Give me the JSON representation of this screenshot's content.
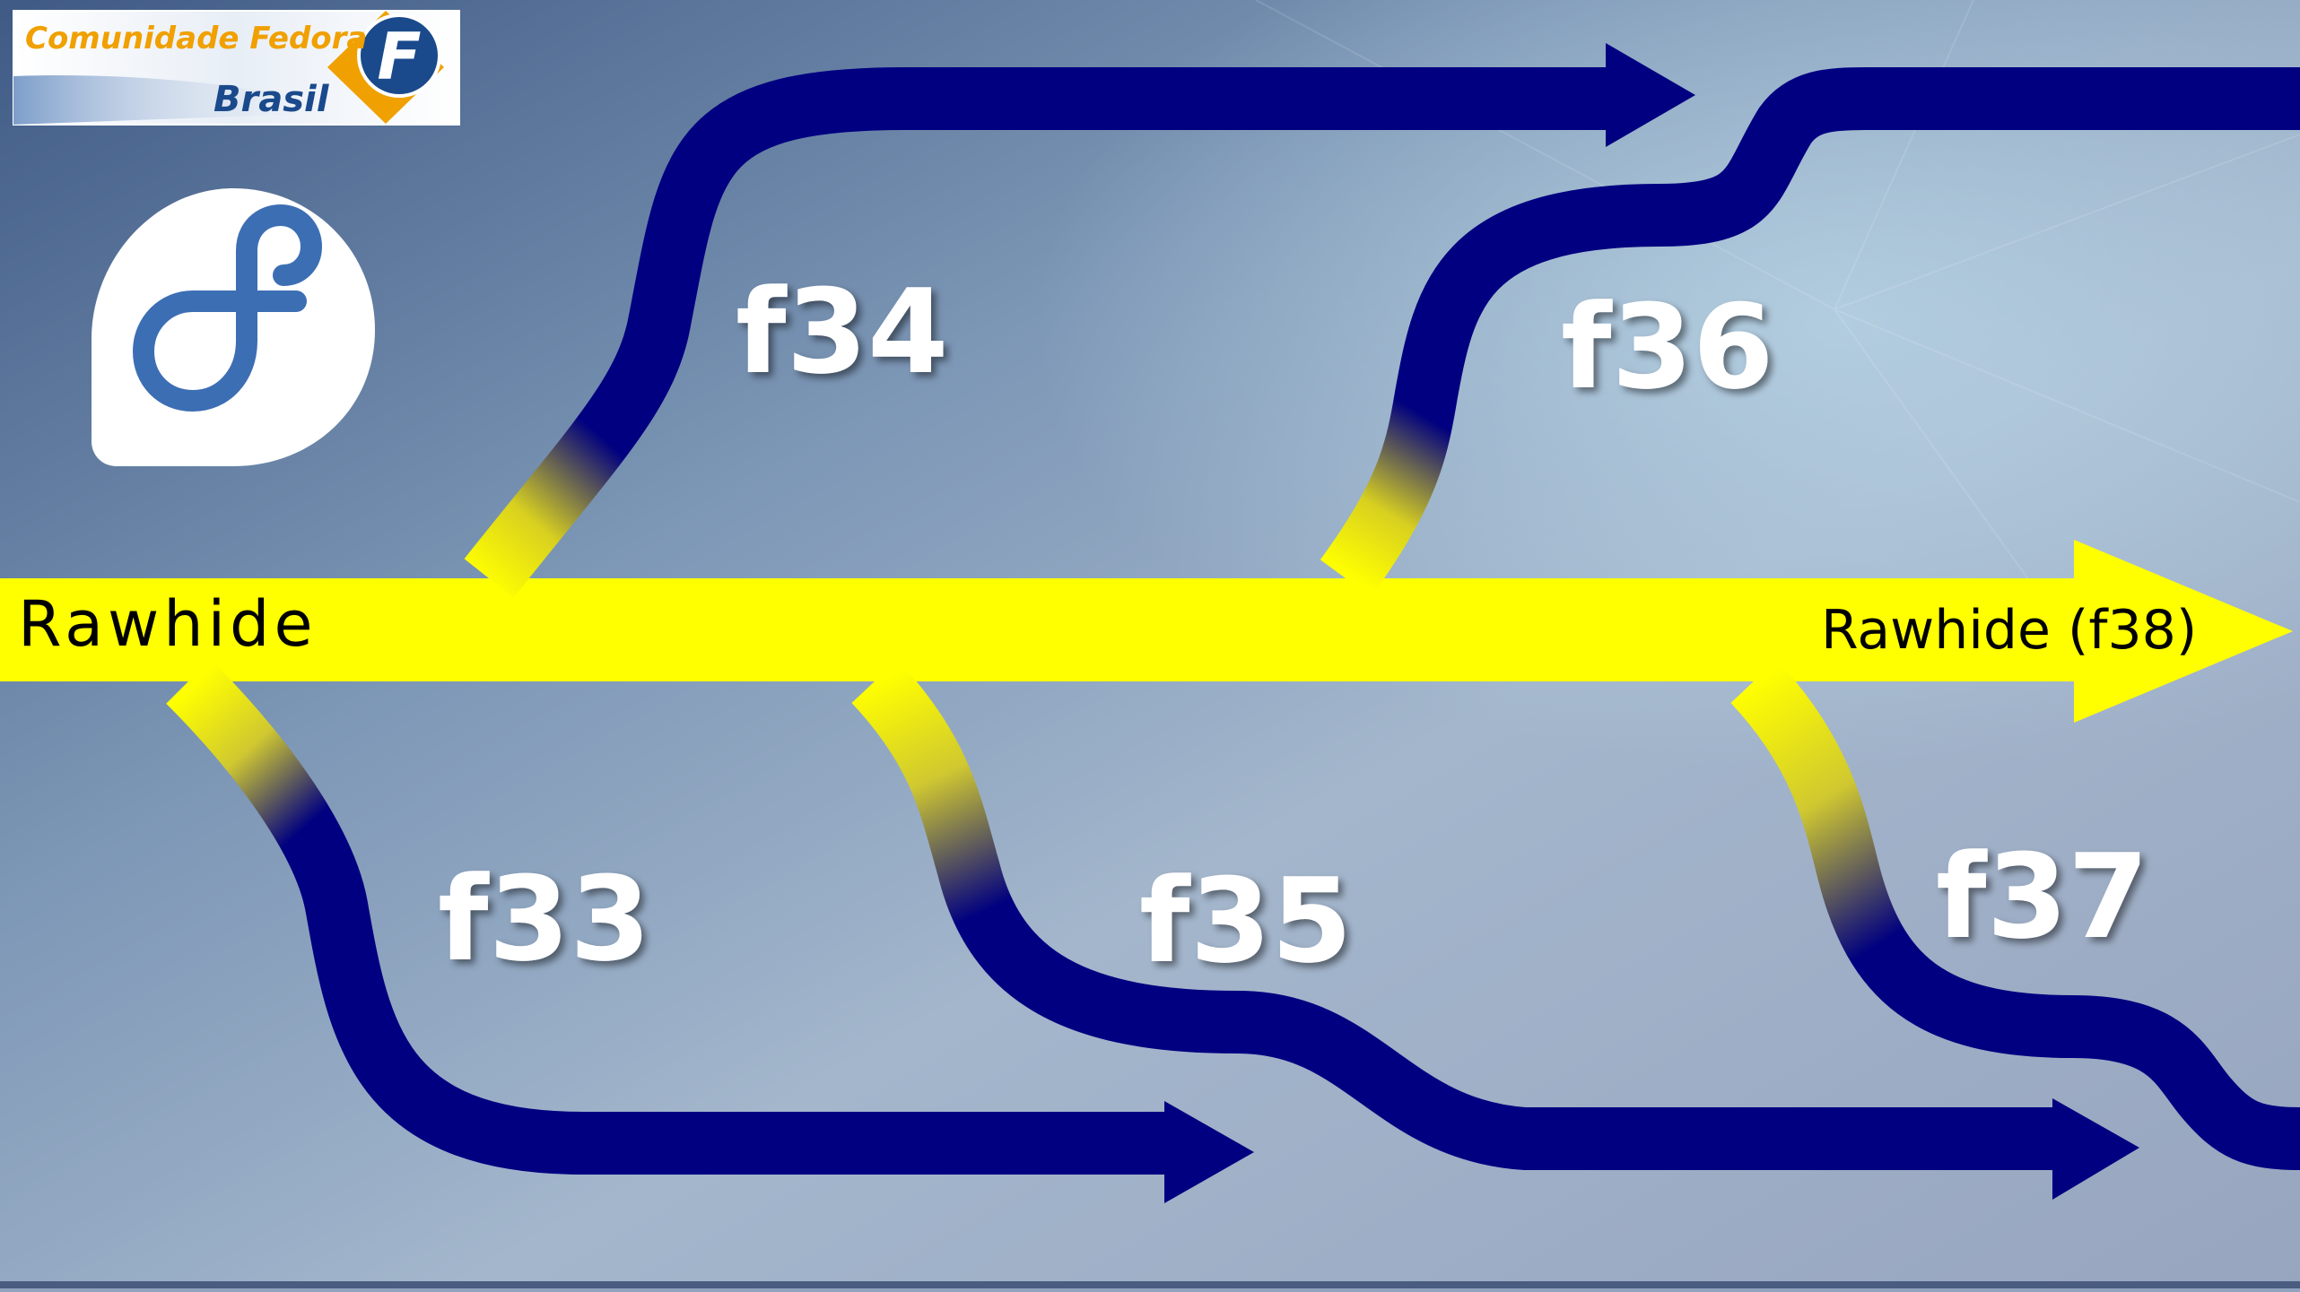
{
  "community_badge": {
    "line1": "Comunidade Fedora",
    "line2": "Brasil",
    "letter": "F"
  },
  "logo": {
    "name": "fedora-logo-icon"
  },
  "trunk": {
    "label_left": "Rawhide",
    "label_right": "Rawhide (f38)"
  },
  "branches": [
    {
      "label": "f33"
    },
    {
      "label": "f34"
    },
    {
      "label": "f35"
    },
    {
      "label": "f36"
    },
    {
      "label": "f37"
    }
  ],
  "colors": {
    "trunk": "#ffff00",
    "branch": "#000080",
    "label": "#ffffff",
    "badge_orange": "#f0a000",
    "badge_blue": "#1a4a8c"
  }
}
